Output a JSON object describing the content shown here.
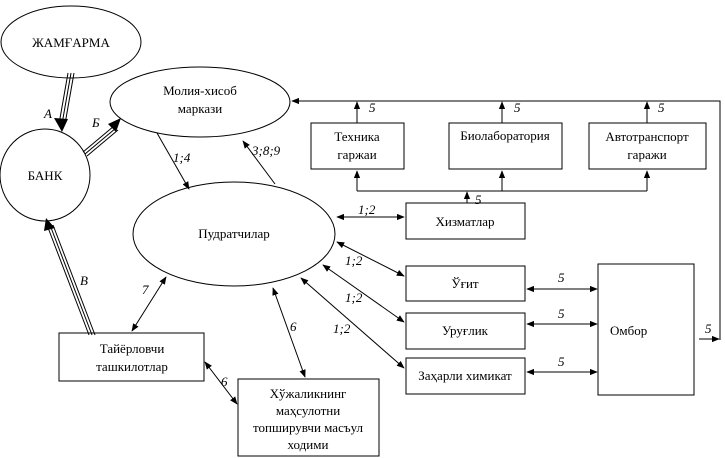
{
  "nodes": {
    "jamgarma": {
      "label": "ЖАМҒАРМА"
    },
    "bank": {
      "label": "БАНК"
    },
    "moliya": {
      "lines": [
        "Молия-хисоб",
        "маркази"
      ]
    },
    "pudratchilar": {
      "label": "Пудратчилар"
    },
    "texnika": {
      "lines": [
        "Техника",
        "гаржаи"
      ]
    },
    "biolab": {
      "label": "Биолаборатория"
    },
    "avto": {
      "lines": [
        "Автотранспорт",
        "гаражи"
      ]
    },
    "xizmatlar": {
      "label": "Хизматлар"
    },
    "ugit": {
      "label": "Ўғит"
    },
    "urugLik": {
      "label": "Уруғлик"
    },
    "zaxarli": {
      "label": "Заҳарли химикат"
    },
    "ombor": {
      "label": "Омбор"
    },
    "tayyorlovchi": {
      "lines": [
        "Тайёрловчи",
        "ташкилотлар"
      ]
    },
    "xodim": {
      "lines": [
        "Хўжаликнинг",
        "маҳсулотни",
        "топширувчи масъул",
        "ходими"
      ]
    }
  },
  "edge_labels": {
    "a": "А",
    "b": "Б",
    "v": "В",
    "l14": "1;4",
    "l389": "3;8;9",
    "l12_xiz": "1;2",
    "l12_ugit": "1;2",
    "l12_urug": "1;2",
    "l12_zax": "1;2",
    "l7": "7",
    "l6_x": "6",
    "l6_t": "6",
    "l5_tex": "5",
    "l5_bio": "5",
    "l5_avto": "5",
    "l5_xiz": "5",
    "l5_ugit": "5",
    "l5_urug": "5",
    "l5_zax": "5",
    "l5_ombor": "5"
  }
}
